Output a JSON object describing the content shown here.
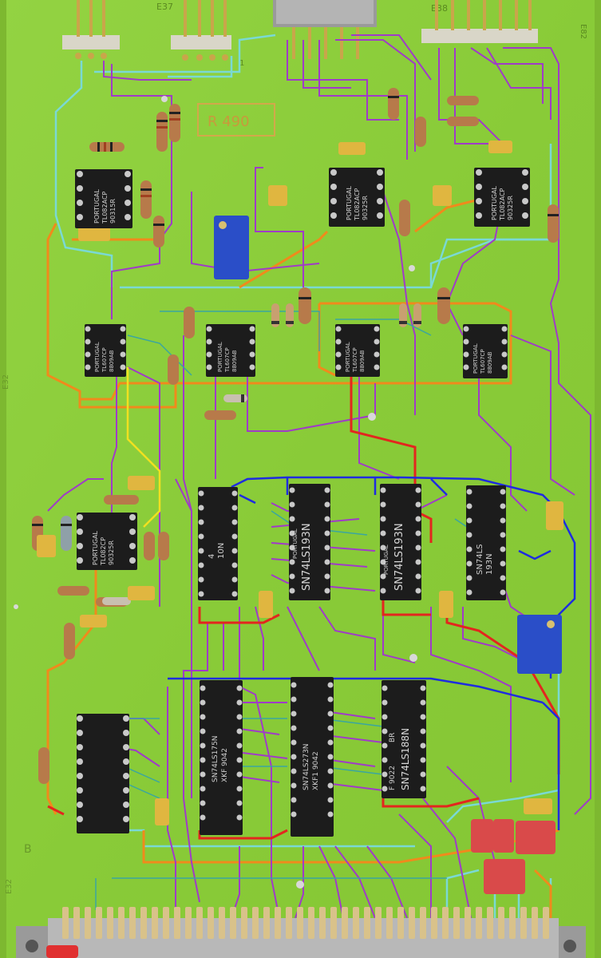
{
  "board": {
    "ref_label": "R 490",
    "edge_labels": [
      "E37",
      "E38",
      "E82"
    ],
    "pin1_marker": "1",
    "silk_marks": [
      "E32",
      "B",
      "E32"
    ]
  },
  "chips": {
    "opamps_top": [
      {
        "lines": [
          "PORTUGAL",
          "TL082ACP",
          "90315R"
        ]
      },
      {
        "lines": [
          "PORTUGAL",
          "TL082ACP",
          "90325R"
        ]
      },
      {
        "lines": [
          "PORTUGAL",
          "TL082ACP",
          "90325R"
        ]
      }
    ],
    "opamps_mid": [
      {
        "lines": [
          "PORTUGAL",
          "TL607CP",
          "8809AB"
        ]
      },
      {
        "lines": [
          "PORTUGAL",
          "TL607CP",
          "8809AB"
        ]
      },
      {
        "lines": [
          "PORTUGAL",
          "TL607CP",
          "8809AB"
        ]
      },
      {
        "lines": [
          "PORTUGAL",
          "TL607CP",
          "8809AB"
        ]
      }
    ],
    "opamp_left": {
      "lines": [
        "PORTUGAL",
        "TL082CP",
        "90325R"
      ]
    },
    "logic_mid": [
      {
        "lines": [
          "4",
          "10N"
        ]
      },
      {
        "lines": [
          "PORTUGAL",
          "SN74LS193N"
        ]
      },
      {
        "lines": [
          "PORTUGAL",
          "SN74LS193N"
        ]
      },
      {
        "lines": [
          "SN74LS",
          "193N"
        ]
      }
    ],
    "logic_bottom": [
      {
        "lines": [
          "SN74LS175N",
          "XKF 9042"
        ]
      },
      {
        "lines": [
          "SN74LS273N",
          "XKF1 9042"
        ]
      },
      {
        "lines": [
          "F 9022",
          "BR",
          "SN74LS188N"
        ]
      }
    ]
  },
  "colors": {
    "pcb": "#8ecf3c",
    "pcb_dark": "#7cbf2c",
    "trace_magenta": "#a03bc8",
    "trace_cyan": "#7ad9d4",
    "trace_orange": "#f08a1c",
    "trace_red": "#e3261e",
    "trace_blue": "#1e2ce0",
    "trace_yellow": "#f0e020",
    "ic_body": "#1c1c1c",
    "gold": "#c9a64a",
    "cap_yellow": "#e0b640",
    "cap_red": "#d94a4a",
    "trimmer_blue": "#2a4ec8"
  }
}
